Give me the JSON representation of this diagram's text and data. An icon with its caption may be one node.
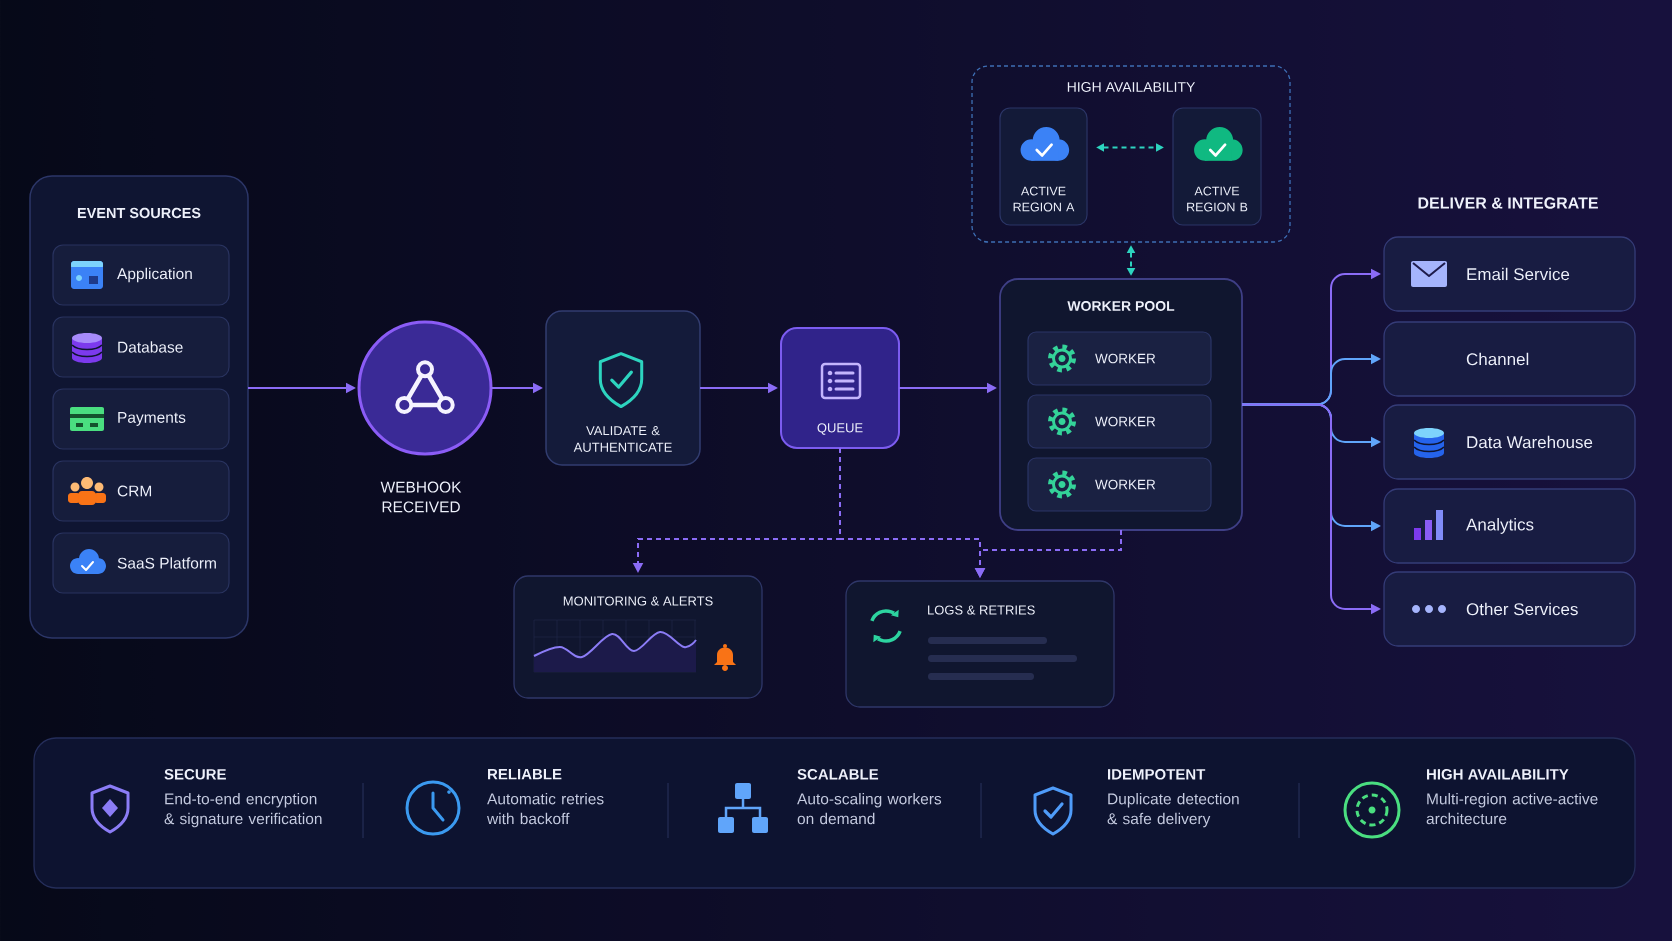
{
  "diagram": {
    "nodes": [
      {
        "text": [
          "EVENT SOURCES"
        ]
      },
      {
        "text": [
          "Application"
        ],
        "in": 0
      },
      {
        "text": [
          "Database"
        ],
        "in": 0
      },
      {
        "text": [
          "Payments"
        ],
        "in": 0
      },
      {
        "text": [
          "CRM"
        ],
        "in": 0
      },
      {
        "text": [
          "SaaS Platform"
        ],
        "in": 0
      },
      {
        "text": [
          "WEBHOOK RECEIVED"
        ]
      },
      {
        "text": [
          "VALIDATE & AUTHENTICATE"
        ]
      },
      {
        "text": [
          "QUEUE"
        ]
      },
      {
        "text": [
          "HIGH AVAILABILITY"
        ]
      },
      {
        "text": [
          "ACTIVE REGION A"
        ],
        "in": 9
      },
      {
        "text": [
          "ACTIVE REGION B"
        ],
        "in": 9
      },
      {
        "text": [
          "WORKER POOL"
        ]
      },
      {
        "text": [
          "WORKER"
        ],
        "in": 12
      },
      {
        "text": [
          "WORKER"
        ],
        "in": 12
      },
      {
        "text": [
          "WORKER"
        ],
        "in": 12
      },
      {
        "text": [
          "Email Service"
        ]
      },
      {
        "text": [
          "Channel"
        ]
      },
      {
        "text": [
          "Data Warehouse"
        ]
      },
      {
        "text": [
          "Analytics"
        ]
      },
      {
        "text": [
          "Other Services"
        ]
      },
      {
        "text": [
          "MONITORING & ALERTS"
        ]
      },
      {
        "text": [
          "LOGS & RETRIES"
        ]
      },
      {
        "text": [
          "SECURE",
          "End-to-end encryption & signature verification",
          "RELIABLE",
          "Automatic retries with backoff",
          "SCALABLE",
          "Auto-scaling workers on demand",
          "IDEMPOTENT",
          "Duplicate detection & safe delivery",
          "HIGH AVAILABILITY",
          "Multi-region active-active architecture"
        ]
      }
    ],
    "edges": [
      {
        "from": 0,
        "to": 6,
        "arrow": "to"
      },
      {
        "from": 6,
        "to": 7,
        "arrow": "to"
      },
      {
        "from": 7,
        "to": 8,
        "arrow": "to"
      },
      {
        "from": 8,
        "to": 12,
        "arrow": "to"
      },
      {
        "from": 10,
        "to": 11,
        "arrow": "both",
        "style": "dashed",
        "color": "#2dd4bf"
      },
      {
        "from": 9,
        "to": 12,
        "arrow": "both",
        "style": "dashed",
        "color": "#2dd4bf"
      },
      {
        "from": 12,
        "to": 16,
        "arrow": "to"
      },
      {
        "from": 12,
        "to": 17,
        "arrow": "to",
        "color": "#60a5fa"
      },
      {
        "from": 12,
        "to": 18,
        "arrow": "to",
        "color": "#60a5fa"
      },
      {
        "from": 12,
        "to": 19,
        "arrow": "to",
        "color": "#60a5fa"
      },
      {
        "from": 12,
        "to": 20,
        "arrow": "to"
      },
      {
        "from": 8,
        "to": 21,
        "arrow": "to",
        "style": "dashed"
      },
      {
        "from": 8,
        "to": 22,
        "arrow": "to",
        "style": "dashed"
      },
      {
        "from": 12,
        "to": 22,
        "arrow": "to",
        "style": "dashed"
      }
    ],
    "labels": [
      "DELIVER & INTEGRATE"
    ]
  }
}
